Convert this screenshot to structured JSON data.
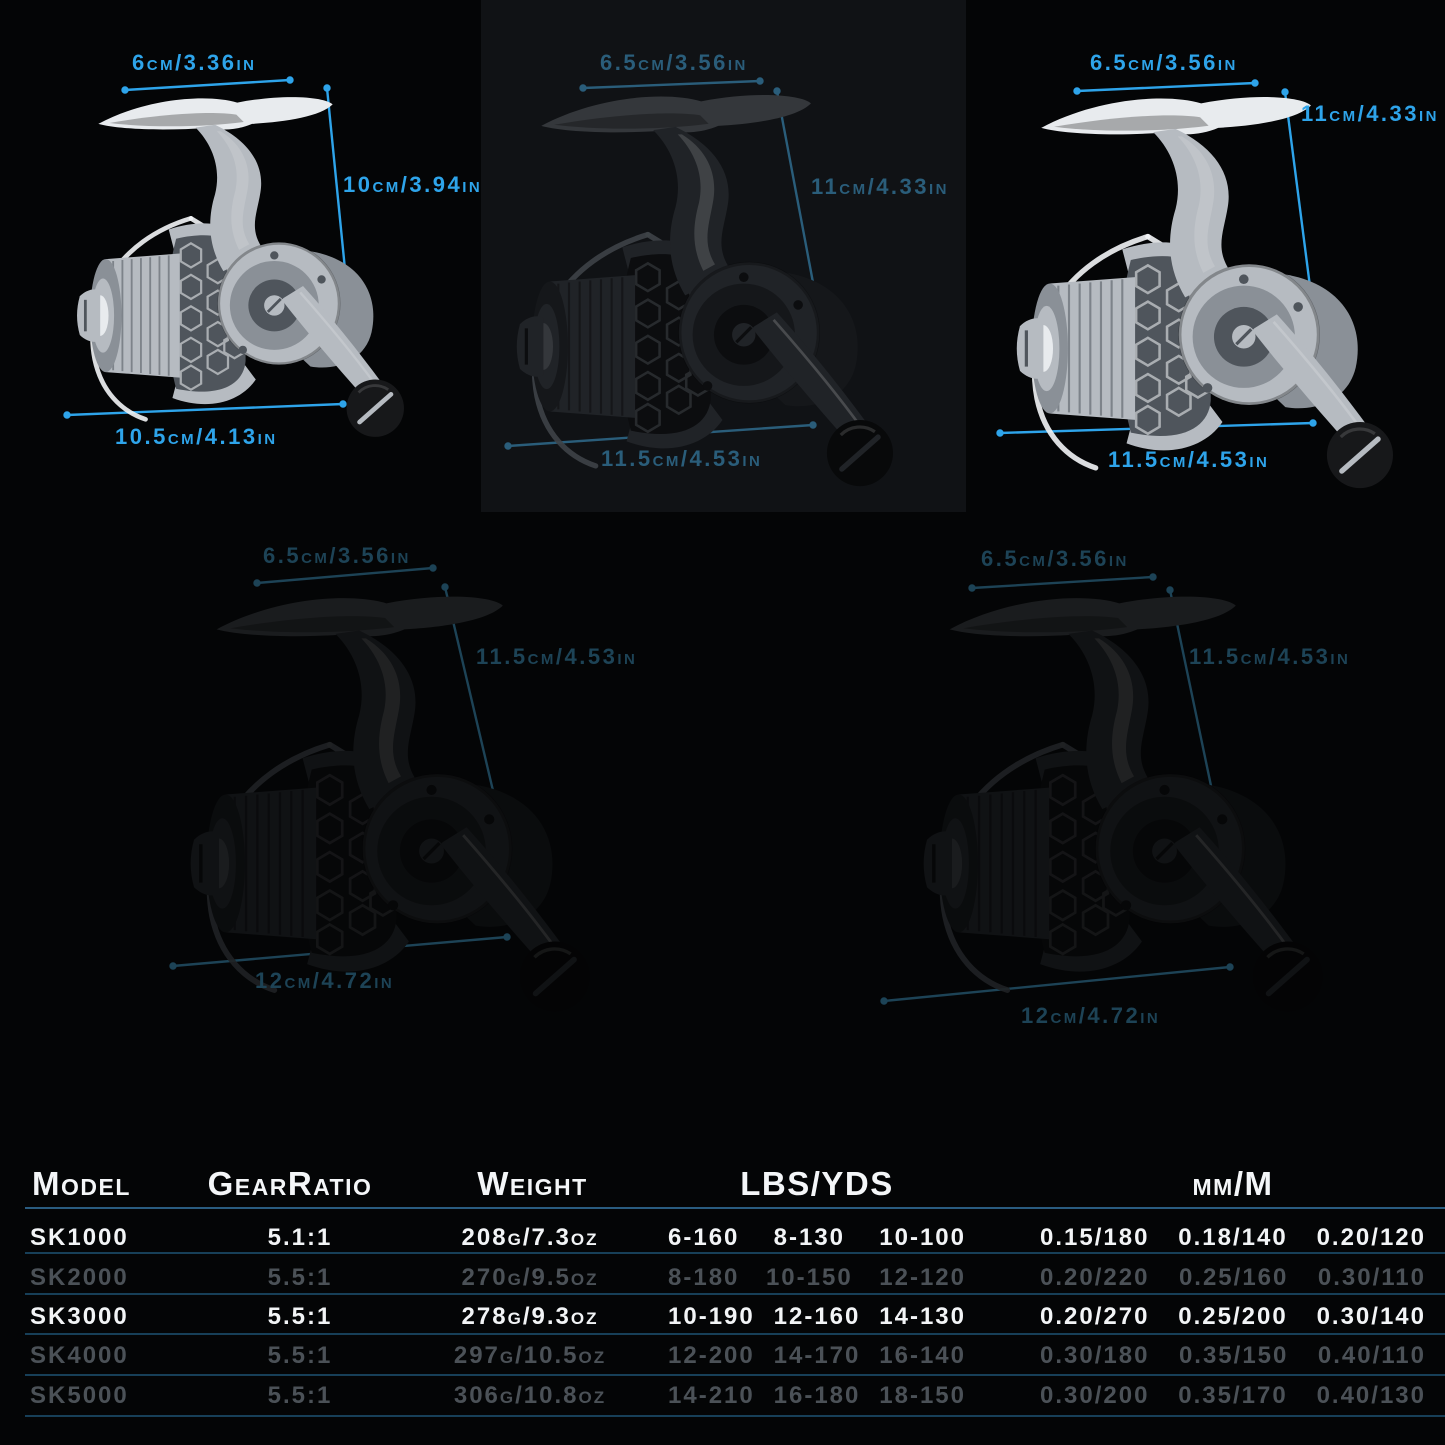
{
  "colors": {
    "accent": "#2ea4ea",
    "accent_dim": "#2a5d7a",
    "accent_faint": "#1d4356",
    "divider": "#173f58",
    "header_line": "#2a5c80",
    "row_bright": "#f2f4f6",
    "row_dim": "#4b5157"
  },
  "figures": [
    {
      "position": "top-left",
      "finish": "silver",
      "spool_width": "6cm/3.36in",
      "body_height": "10cm/3.94in",
      "overall_length": "10.5cm/4.13in"
    },
    {
      "position": "top-center",
      "finish": "black",
      "spool_width": "6.5cm/3.56in",
      "body_height": "11cm/4.33in",
      "overall_length": "11.5cm/4.53in"
    },
    {
      "position": "top-right",
      "finish": "silver",
      "spool_width": "6.5cm/3.56in",
      "body_height": "11cm/4.33in",
      "overall_length": "11.5cm/4.53in"
    },
    {
      "position": "mid-left",
      "finish": "black",
      "spool_width": "6.5cm/3.56in",
      "body_height": "11.5cm/4.53in",
      "overall_length": "12cm/4.72in"
    },
    {
      "position": "mid-right",
      "finish": "black",
      "spool_width": "6.5cm/3.56in",
      "body_height": "11.5cm/4.53in",
      "overall_length": "12cm/4.72in"
    }
  ],
  "table": {
    "headers": {
      "model": "Model",
      "gear_ratio": "GearRatio",
      "weight": "Weight",
      "lbs_yds": "LBS/YDS",
      "mm_m": "mm/M"
    },
    "rows": [
      {
        "model": "SK1000",
        "gear_ratio": "5.1:1",
        "weight": "208g/7.3oz",
        "lbs_yds": [
          "6-160",
          "8-130",
          "10-100"
        ],
        "mm_m": [
          "0.15/180",
          "0.18/140",
          "0.20/120"
        ],
        "highlight": true
      },
      {
        "model": "SK2000",
        "gear_ratio": "5.5:1",
        "weight": "270g/9.5oz",
        "lbs_yds": [
          "8-180",
          "10-150",
          "12-120"
        ],
        "mm_m": [
          "0.20/220",
          "0.25/160",
          "0.30/110"
        ],
        "highlight": false
      },
      {
        "model": "SK3000",
        "gear_ratio": "5.5:1",
        "weight": "278g/9.3oz",
        "lbs_yds": [
          "10-190",
          "12-160",
          "14-130"
        ],
        "mm_m": [
          "0.20/270",
          "0.25/200",
          "0.30/140"
        ],
        "highlight": true
      },
      {
        "model": "SK4000",
        "gear_ratio": "5.5:1",
        "weight": "297g/10.5oz",
        "lbs_yds": [
          "12-200",
          "14-170",
          "16-140"
        ],
        "mm_m": [
          "0.30/180",
          "0.35/150",
          "0.40/110"
        ],
        "highlight": false
      },
      {
        "model": "SK5000",
        "gear_ratio": "5.5:1",
        "weight": "306g/10.8oz",
        "lbs_yds": [
          "14-210",
          "16-180",
          "18-150"
        ],
        "mm_m": [
          "0.30/200",
          "0.35/170",
          "0.40/130"
        ],
        "highlight": false
      }
    ]
  }
}
